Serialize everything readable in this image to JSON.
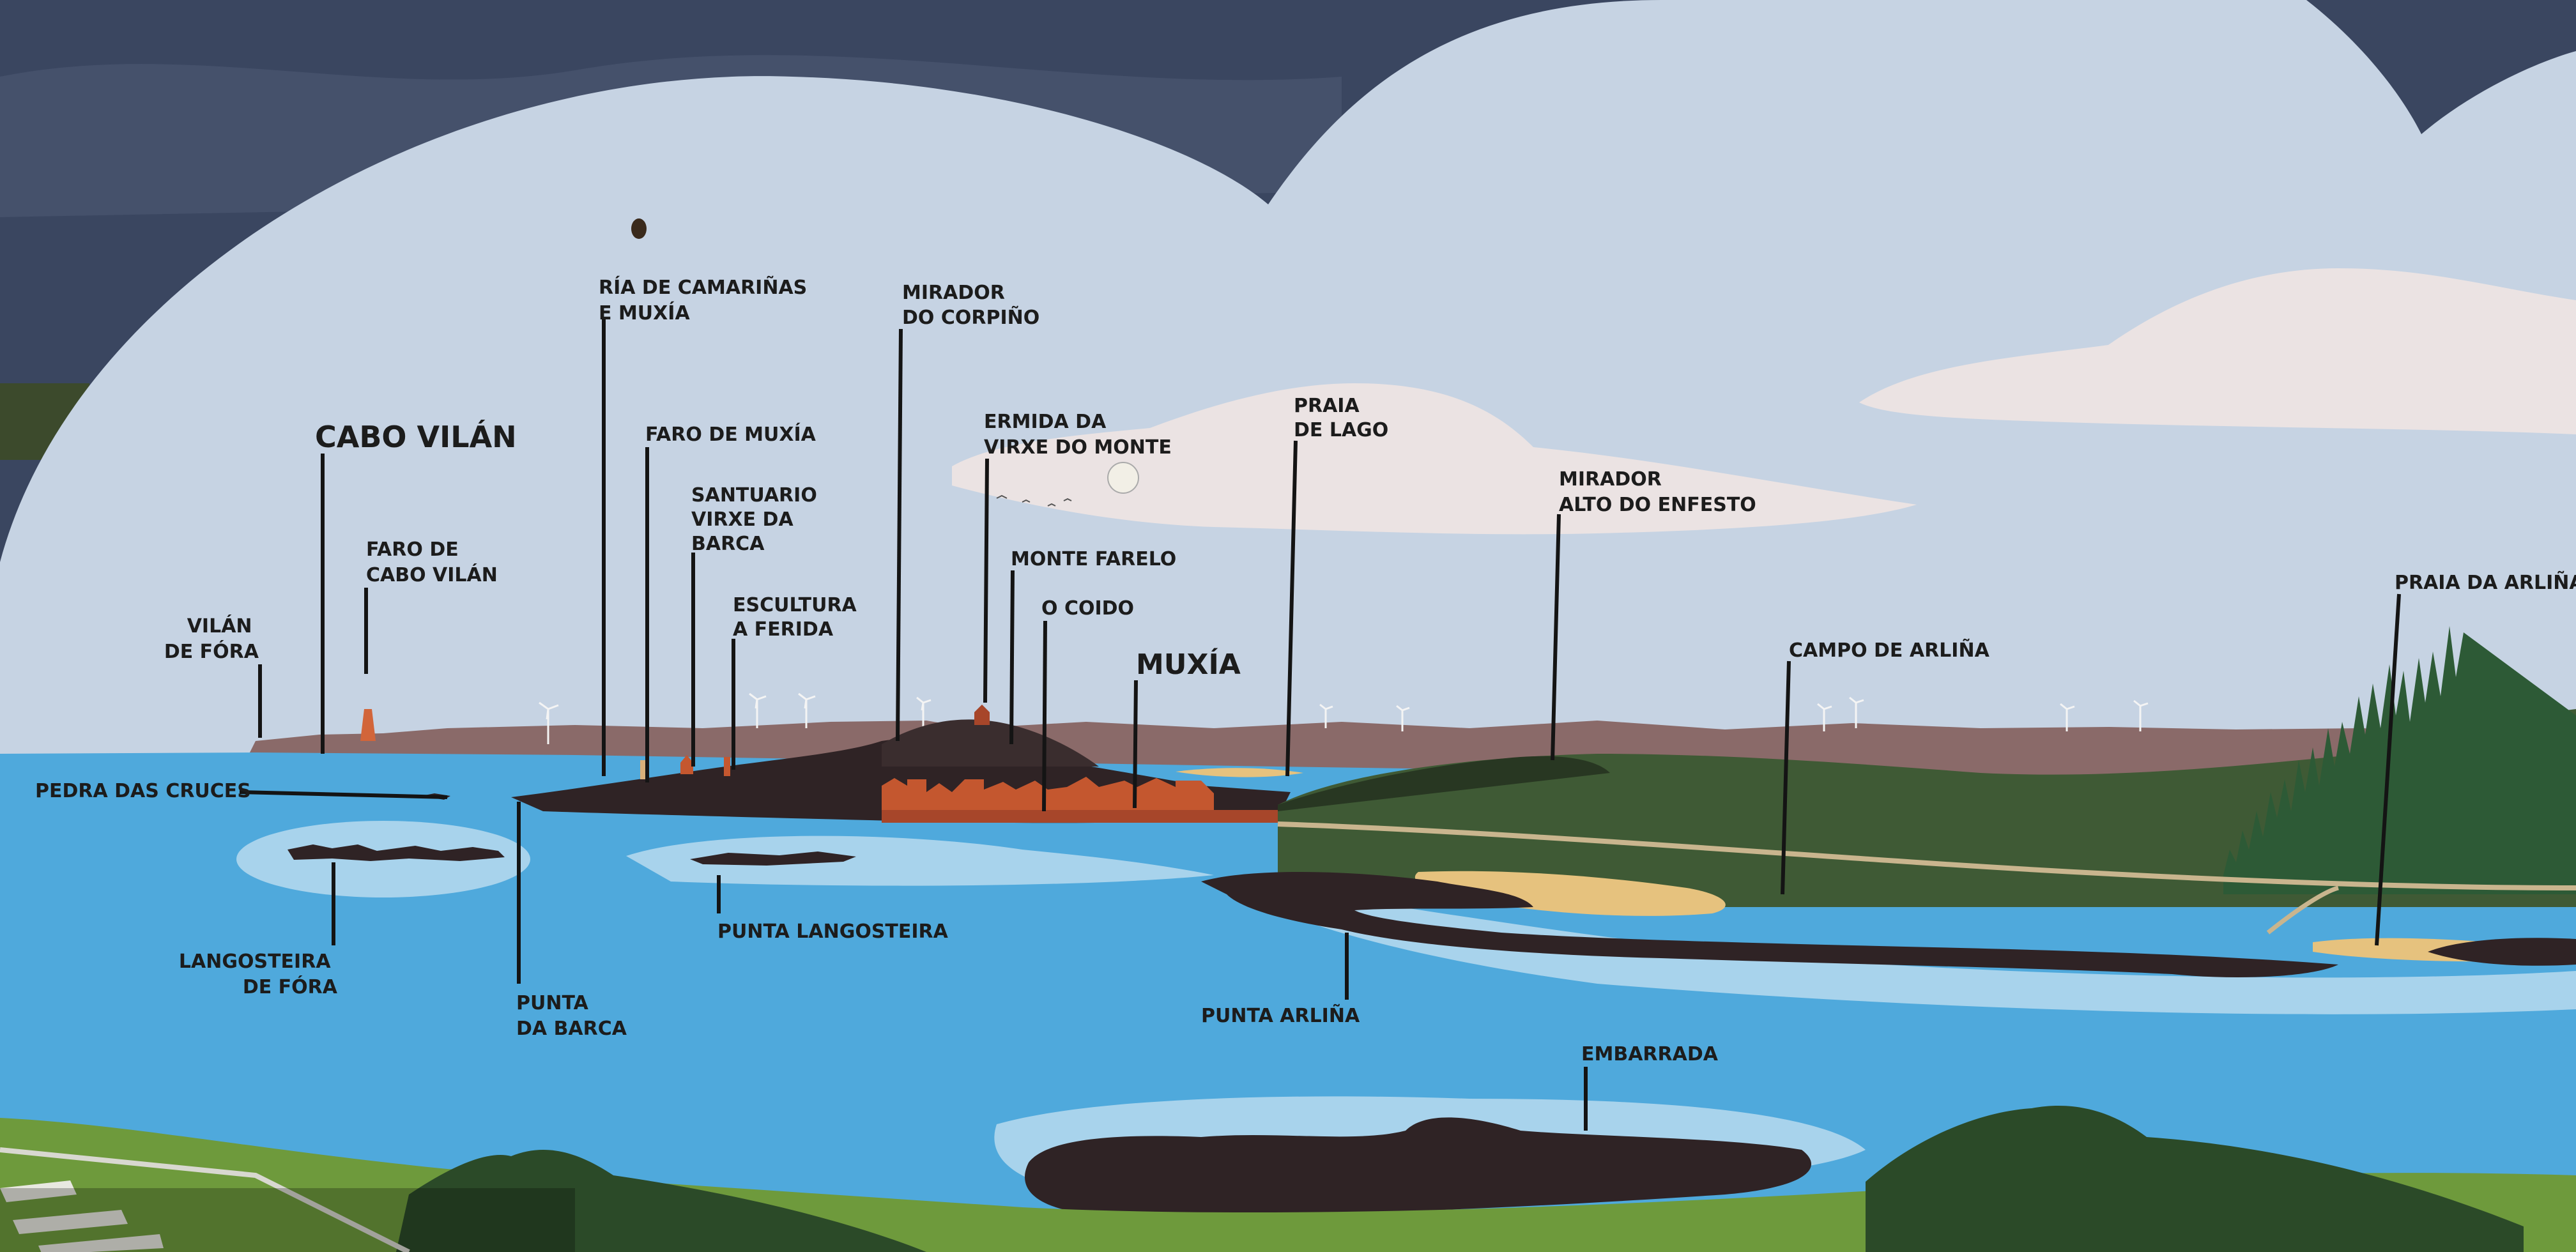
{
  "panel": {
    "labels": {
      "cabo_vilan": "CABO VILÁN",
      "faro_cabo_vilan_1": "FARO DE",
      "faro_cabo_vilan_2": "CABO VILÁN",
      "vilan_fora_1": "VILÁN",
      "vilan_fora_2": "DE FÓRA",
      "ria_1": "RÍA DE CAMARIÑAS",
      "ria_2": "E MUXÍA",
      "faro_muxia": "FARO DE MUXÍA",
      "santuario_1": "SANTUARIO",
      "santuario_2": "VIRXE DA",
      "santuario_3": "BARCA",
      "escultura_1": "ESCULTURA",
      "escultura_2": "A FERIDA",
      "mirador_corpino_1": "MIRADOR",
      "mirador_corpino_2": "DO CORPIÑO",
      "ermida_1": "ERMIDA DA",
      "ermida_2": "VIRXE DO MONTE",
      "monte_farelo": "MONTE FARELO",
      "o_coido": "O COIDO",
      "muxia": "MUXÍA",
      "praia_lago_1": "PRAIA",
      "praia_lago_2": "DE LAGO",
      "mirador_enfesto_1": "MIRADOR",
      "mirador_enfesto_2": "ALTO DO ENFESTO",
      "campo_arlina": "CAMPO DE ARLIÑA",
      "praia_arlina": "PRAIA DA ARLIÑA",
      "pedra_cruces": "PEDRA DAS CRUCES",
      "langosteira_fora_1": "LANGOSTEIRA",
      "langosteira_fora_2": "DE FÓRA",
      "punta_barca_1": "PUNTA",
      "punta_barca_2": "DA BARCA",
      "punta_langosteira": "PUNTA LANGOSTEIRA",
      "punta_arlina": "PUNTA ARLIÑA",
      "embarrada": "EMBARRADA"
    }
  },
  "colors": {
    "storm_sky": "#36415a",
    "panel_sky": "#c6d3e3",
    "cloud": "#ebe3e3",
    "far_hills": "#8a6a69",
    "sea": "#4fa9dc",
    "shallows": "#a8d3ec",
    "rock": "#2f2325",
    "green_land": "#3f5a35",
    "light_green": "#6e9a3c",
    "sand": "#e6c27e",
    "town": "#c4572f",
    "lighthouse": "#d2653a"
  }
}
